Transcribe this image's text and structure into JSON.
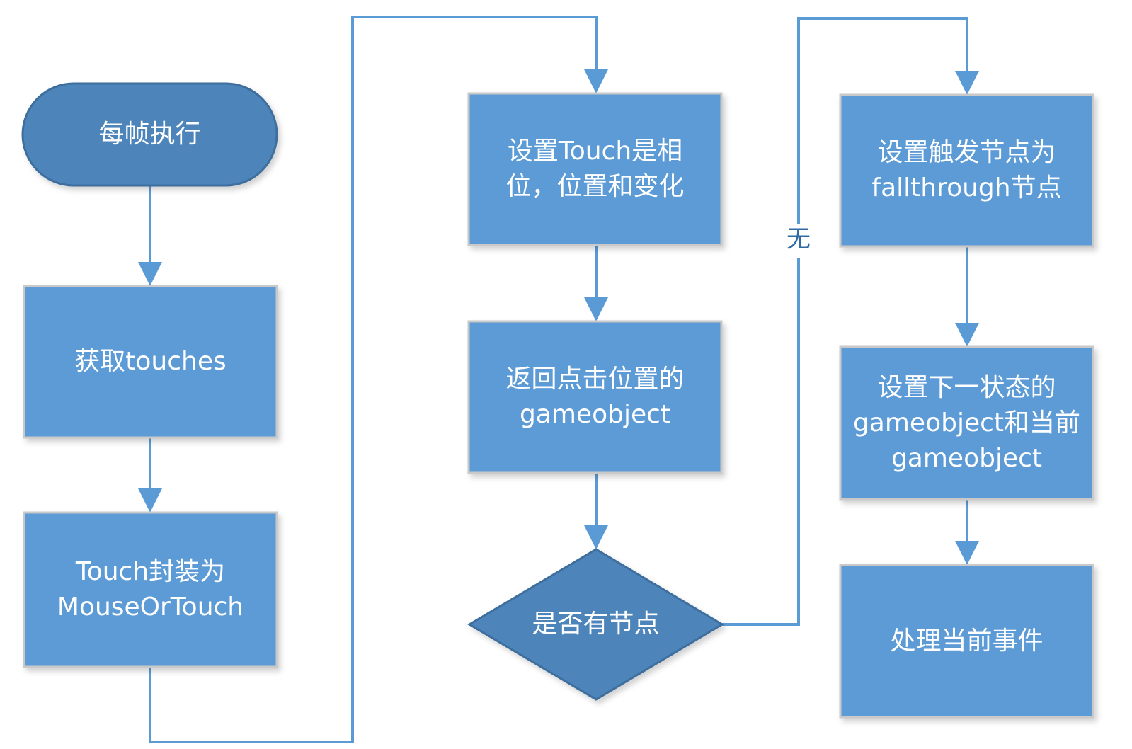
{
  "colors": {
    "box_fill": "#5b9bd5",
    "box_border": "#c9c9c9",
    "terminal_fill": "#4d85bb",
    "terminal_border": "#3d6e9d",
    "arrow": "#5b9bd5"
  },
  "nodes": {
    "start": "每帧执行",
    "get_touches": "获取touches",
    "wrap_touch": "Touch封装为\nMouseOrTouch",
    "set_touch": "设置Touch是相\n位，位置和变化",
    "return_object": "返回点击位置的\ngameobject",
    "has_node": "是否有节点",
    "set_trigger": "设置触发节点为\nfallthrough节点",
    "set_next_state": "设置下一状态的\ngameobject和当前\ngameobject",
    "handle_event": "处理当前事件"
  },
  "edges": {
    "no_label": "无"
  }
}
